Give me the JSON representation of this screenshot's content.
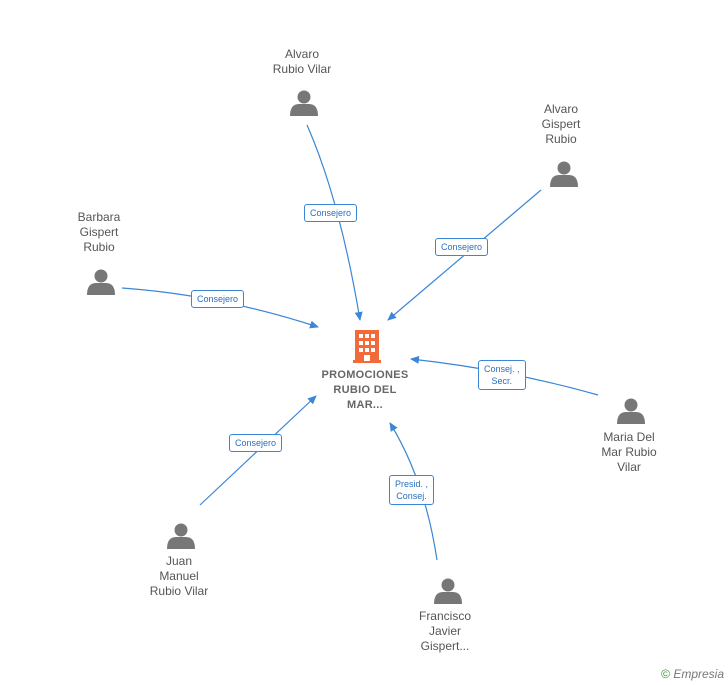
{
  "diagram": {
    "center": {
      "name": "PROMOCIONES\nRUBIO DEL\nMAR..."
    },
    "people": [
      {
        "id": "p1",
        "name": "Alvaro\nRubio Vilar"
      },
      {
        "id": "p2",
        "name": "Alvaro\nGispert\nRubio"
      },
      {
        "id": "p3",
        "name": "Barbara\nGispert\nRubio"
      },
      {
        "id": "p4",
        "name": "Maria Del\nMar Rubio\nVilar"
      },
      {
        "id": "p5",
        "name": "Juan\nManuel\nRubio Vilar"
      },
      {
        "id": "p6",
        "name": "Francisco\nJavier\nGispert..."
      }
    ],
    "relations": [
      {
        "from": "p1",
        "label": "Consejero"
      },
      {
        "from": "p2",
        "label": "Consejero"
      },
      {
        "from": "p3",
        "label": "Consejero"
      },
      {
        "from": "p4",
        "label": "Consej. ,\nSecr."
      },
      {
        "from": "p5",
        "label": "Consejero"
      },
      {
        "from": "p6",
        "label": "Presid. ,\nConsej."
      }
    ]
  },
  "footer": {
    "copyright_symbol": "©",
    "brand": "Empresia"
  },
  "colors": {
    "edge": "#3b86d6",
    "person": "#777777",
    "company": "#f26a3a"
  },
  "icons": {
    "person": "person-icon",
    "company": "building-icon"
  }
}
